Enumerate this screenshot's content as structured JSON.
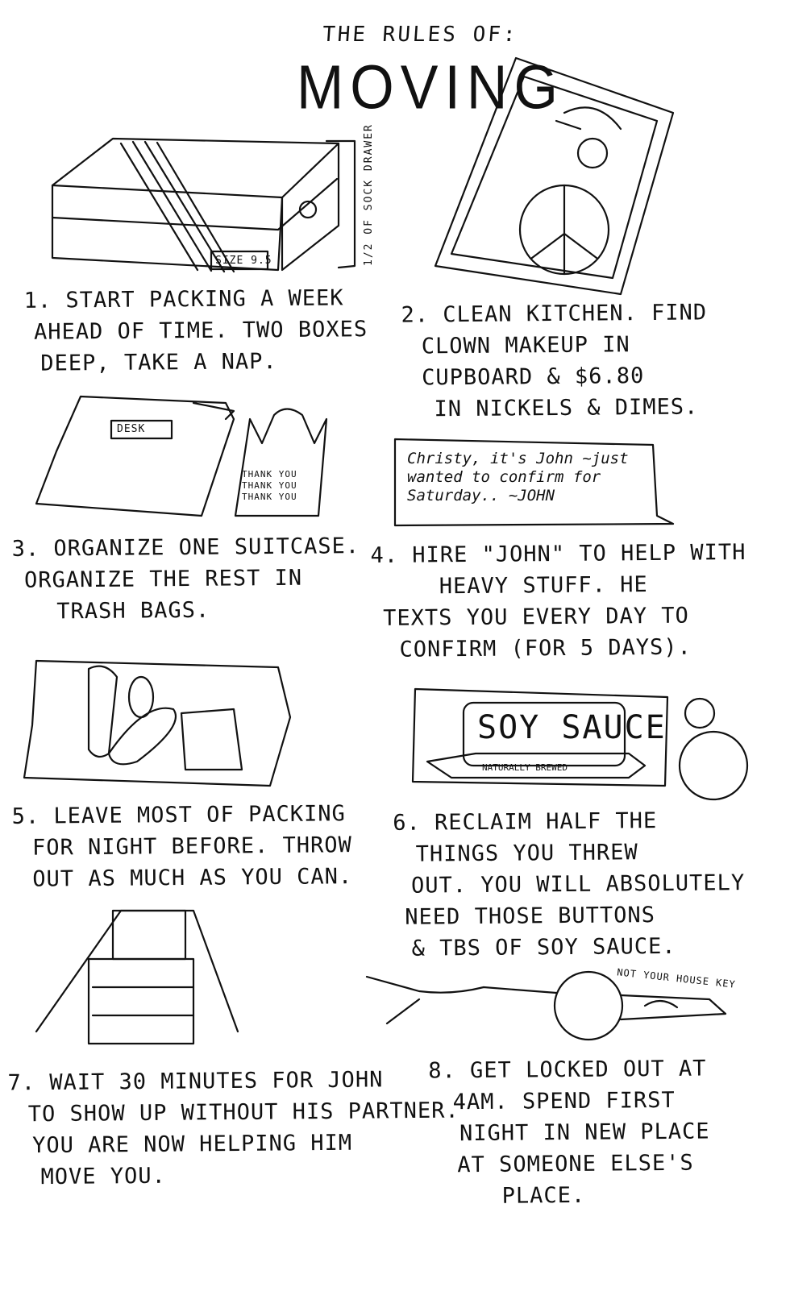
{
  "title": {
    "small": "THE RULES OF:",
    "big": "MOVING"
  },
  "drawings": {
    "shoebox_label": "SIZE 9.5",
    "shoebox_note": "1/2 OF SOCK DRAWER",
    "bag_label": "DESK",
    "thank_you_bag": [
      "THANK YOU",
      "THANK YOU",
      "THANK YOU"
    ],
    "text_message": [
      "Christy, it's John ~just",
      "wanted to confirm for",
      "Saturday.. ~JOHN"
    ],
    "soy_sauce_title": "SOY SAUCE",
    "soy_sauce_banner": "NATURALLY BREWED",
    "key_note": "NOT YOUR HOUSE KEY"
  },
  "rules": [
    {
      "lines": [
        "1. START PACKING A WEEK",
        "AHEAD OF TIME. TWO BOXES",
        "DEEP, TAKE A NAP."
      ]
    },
    {
      "lines": [
        "2. CLEAN KITCHEN. FIND",
        "CLOWN MAKEUP IN",
        "CUPBOARD & $6.80",
        "IN NICKELS & DIMES."
      ]
    },
    {
      "lines": [
        "3. ORGANIZE ONE SUITCASE.",
        "ORGANIZE THE REST IN",
        "TRASH BAGS."
      ]
    },
    {
      "lines": [
        "4. HIRE \"JOHN\" TO HELP WITH",
        "HEAVY STUFF. HE",
        "TEXTS YOU EVERY DAY TO",
        "CONFIRM (FOR 5 DAYS)."
      ]
    },
    {
      "lines": [
        "5. LEAVE MOST OF PACKING",
        "FOR NIGHT BEFORE. THROW",
        "OUT AS MUCH AS YOU CAN."
      ]
    },
    {
      "lines": [
        "6. RECLAIM HALF THE",
        "THINGS YOU THREW",
        "OUT. YOU WILL ABSOLUTELY",
        "NEED THOSE BUTTONS",
        "& TBS OF SOY SAUCE."
      ]
    },
    {
      "lines": [
        "7. WAIT 30 MINUTES FOR JOHN",
        "TO SHOW UP WITHOUT HIS PARTNER.",
        "YOU ARE NOW HELPING HIM",
        "MOVE YOU."
      ]
    },
    {
      "lines": [
        "8. GET LOCKED OUT AT",
        "4AM. SPEND FIRST",
        "NIGHT IN NEW PLACE",
        "AT SOMEONE ELSE'S",
        "PLACE."
      ]
    }
  ]
}
